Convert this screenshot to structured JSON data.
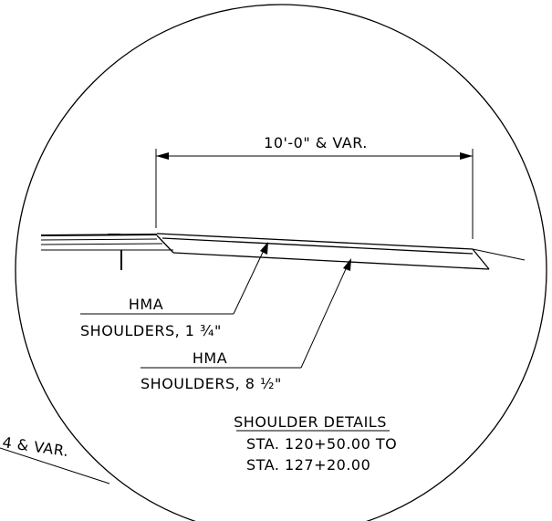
{
  "dimension": {
    "label": "10'-0\" & VAR."
  },
  "callouts": [
    {
      "line1": "HMA",
      "line2": "SHOULDERS, 1 ¾\""
    },
    {
      "line1": "HMA",
      "line2": "SHOULDERS, 8 ½\""
    }
  ],
  "detail": {
    "title": "SHOULDER DETAILS",
    "line1": "STA. 120+50.00 TO",
    "line2": "STA. 127+20.00"
  },
  "partial_label": {
    "text": "4 & VAR."
  }
}
